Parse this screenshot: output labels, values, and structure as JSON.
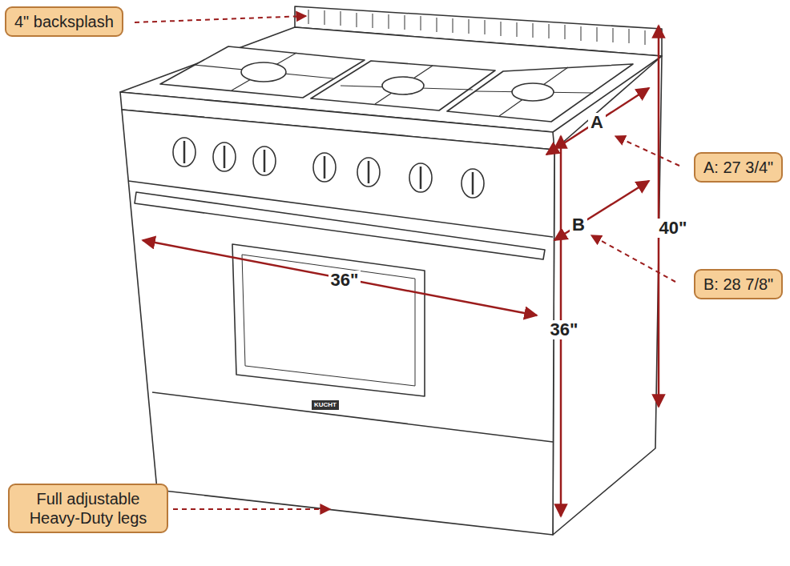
{
  "diagram": {
    "nodes": [
      {
        "text": [
          "4\" backsplash"
        ]
      },
      {
        "text": [
          "A: 27 3/4\""
        ]
      },
      {
        "text": [
          "B: 28 7/8\""
        ]
      },
      {
        "text": [
          "Full adjustable Heavy-Duty legs"
        ]
      }
    ],
    "labels": [
      "A",
      "B",
      "36\"",
      "36\"",
      "40\"",
      "KUCHT"
    ]
  }
}
